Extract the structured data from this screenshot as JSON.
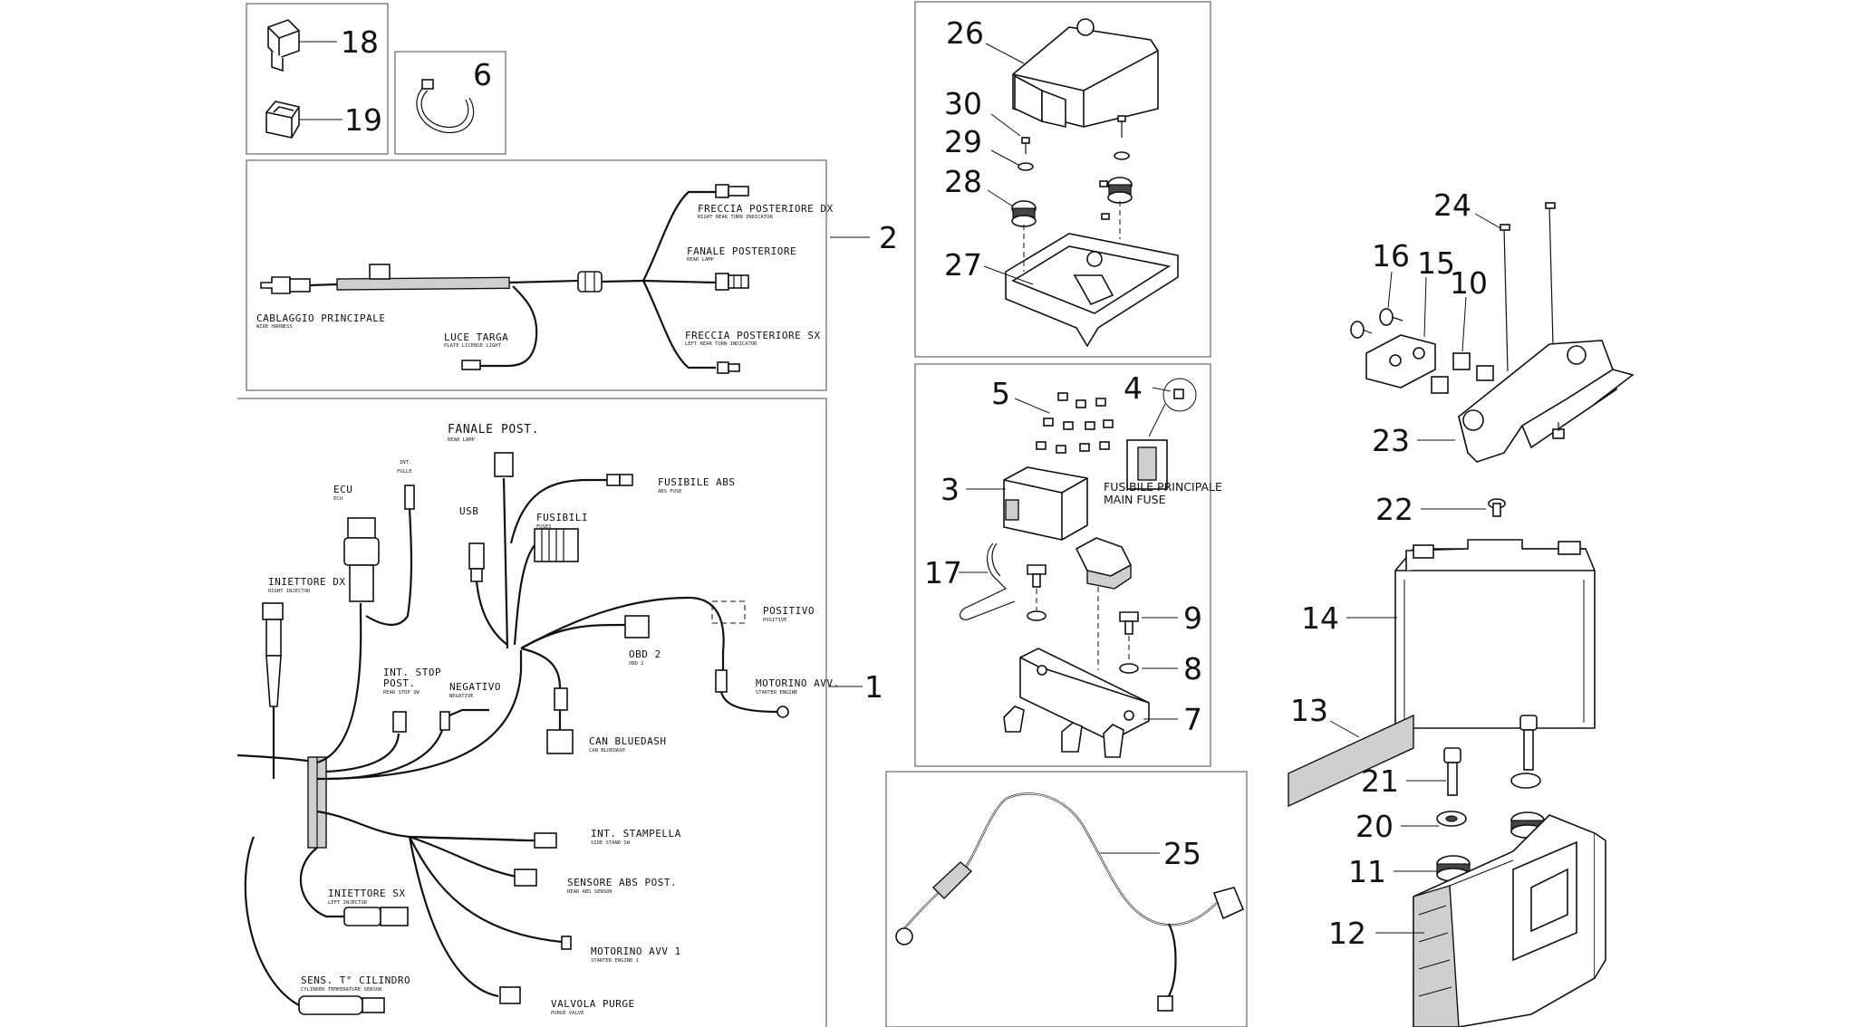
{
  "callouts": {
    "n1": "1",
    "n2": "2",
    "n3": "3",
    "n4": "4",
    "n5": "5",
    "n6": "6",
    "n7": "7",
    "n8": "8",
    "n9": "9",
    "n10": "10",
    "n11": "11",
    "n12": "12",
    "n13": "13",
    "n14": "14",
    "n15": "15",
    "n16": "16",
    "n17": "17",
    "n18": "18",
    "n19": "19",
    "n20": "20",
    "n21": "21",
    "n22": "22",
    "n23": "23",
    "n24": "24",
    "n25": "25",
    "n26": "26",
    "n27": "27",
    "n28": "28",
    "n29": "29",
    "n30": "30"
  },
  "rear_harness": {
    "cablaggio": "CABLAGGIO PRINCIPALE",
    "cablaggio_sub": "WIRE HARNESS",
    "luce_targa": "LUCE TARGA",
    "luce_targa_sub": "PLATE LICENSE LIGHT",
    "freccia_dx": "FRECCIA POSTERIORE DX",
    "freccia_dx_sub": "RIGHT REAR TURN INDICATOR",
    "fanale": "FANALE POSTERIORE",
    "fanale_sub": "REAR LAMP",
    "freccia_sx": "FRECCIA POSTERIORE SX",
    "freccia_sx_sub": "LEFT REAR TURN INDICATOR"
  },
  "main_harness": {
    "fanale_post": "FANALE POST.",
    "fanale_post_sub": "REAR LAMP",
    "int_folle": "INT.",
    "int_folle_2": "FOLLE",
    "ecu": "ECU",
    "ecu_sub": "ECU",
    "usb": "USB",
    "fusibile_abs": "FUSIBILE ABS",
    "fusibile_abs_sub": "ABS FUSE",
    "fusibili": "FUSIBILI",
    "fusibili_sub": "FUSES",
    "iniettore_dx": "INIETTORE DX",
    "iniettore_dx_sub": "RIGHT INJECTOR",
    "positivo": "POSITIVO",
    "positivo_sub": "POSITIVE",
    "obd2": "OBD 2",
    "obd2_sub": "OBD 2",
    "int_stop": "INT. STOP",
    "int_stop_2": "POST.",
    "int_stop_sub": "REAR STOP SW",
    "negativo": "NEGATIVO",
    "negativo_sub": "NEGATIVE",
    "motorino": "MOTORINO AVV.",
    "motorino_sub": "STARTER ENGINE",
    "can_bluedash": "CAN BLUEDASH",
    "can_bluedash_sub": "CAN BLUEDASH",
    "int_stampella": "INT. STAMPELLA",
    "int_stampella_sub": "SIDE STAND SW",
    "sensore_abs": "SENSORE ABS POST.",
    "sensore_abs_sub": "REAR ABS SENSOR",
    "iniettore_sx": "INIETTORE SX",
    "iniettore_sx_sub": "LEFT INJECTOR",
    "motorino1": "MOTORINO AVV 1",
    "motorino1_sub": "STARTER ENGINE 1",
    "sens_cilindro": "SENS. T° CILINDRO",
    "sens_cilindro_sub": "CYLINDER TEMPERATURE SENSOR",
    "valvola": "VALVOLA PURGE",
    "valvola_sub": "PURGE VALVE"
  },
  "fuse_box": {
    "main_fuse_it": "FUSIBILE PRINCIPALE",
    "main_fuse_en": "MAIN FUSE"
  }
}
